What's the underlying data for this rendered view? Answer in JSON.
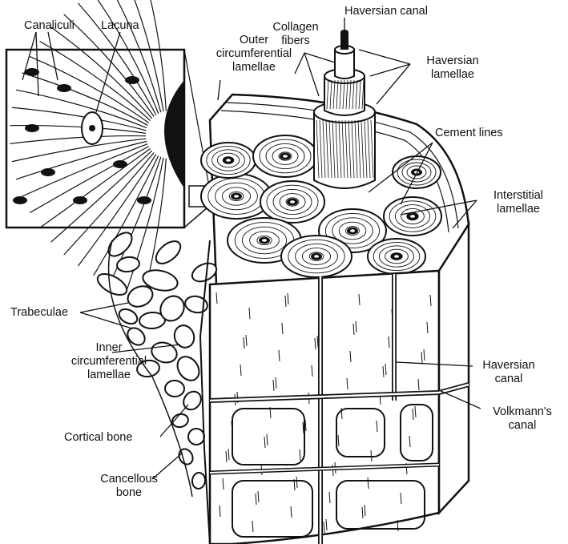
{
  "figure": {
    "colors": {
      "ink": "#111111",
      "paper": "#ffffff"
    },
    "labels": {
      "haversian_canal_top": "Haversian canal",
      "canaliculi": "Canaliculi",
      "lacuna": "Lacuna",
      "outer_circumferential_lamellae": [
        "Outer",
        "circumferential",
        "lamellae"
      ],
      "collagen_fibers": [
        "Collagen",
        "fibers"
      ],
      "haversian_lamellae": [
        "Haversian",
        "lamellae"
      ],
      "cement_lines": "Cement lines",
      "interstitial_lamellae": [
        "Interstitial",
        "lamellae"
      ],
      "trabeculae": "Trabeculae",
      "inner_circumferential_lamellae": [
        "Inner",
        "circumferential",
        "lamellae"
      ],
      "haversian_canal_side": [
        "Haversian",
        "canal"
      ],
      "volkmanns_canal": [
        "Volkmann's",
        "canal"
      ],
      "cortical_bone": "Cortical bone",
      "cancellous_bone": [
        "Cancellous",
        "bone"
      ]
    }
  }
}
